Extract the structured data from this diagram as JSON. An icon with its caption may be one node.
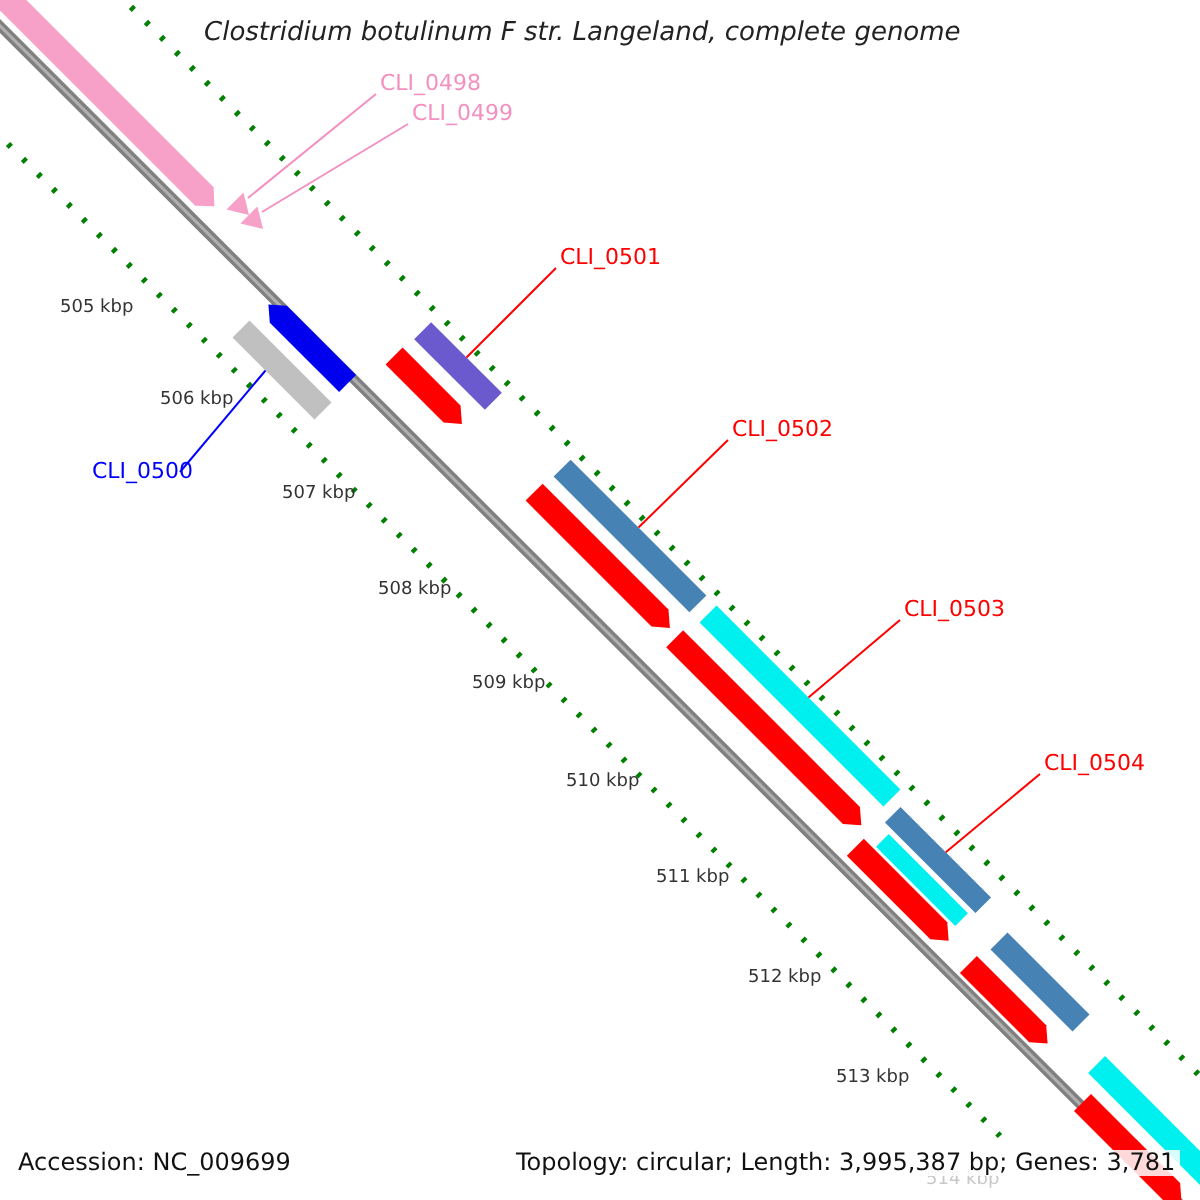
{
  "diagram": {
    "title": "Clostridium botulinum F str. Langeland, complete genome",
    "nodes": [
      {
        "text": [],
        "shape": "arrow"
      },
      {
        "text": [
          "CLI_0498"
        ]
      },
      {
        "text": [
          "CLI_0499"
        ]
      },
      {
        "text": [],
        "shape": "triangle"
      },
      {
        "text": [],
        "shape": "triangle"
      },
      {
        "text": [
          "CLI_0501"
        ]
      },
      {
        "text": [],
        "shape": "arrow"
      },
      {
        "text": [],
        "shape": "bar"
      },
      {
        "text": [],
        "shape": "bar"
      },
      {
        "text": [],
        "shape": "arrow"
      },
      {
        "text": [
          "CLI_0500"
        ]
      },
      {
        "text": [
          "CLI_0502"
        ]
      },
      {
        "text": [],
        "shape": "bar"
      },
      {
        "text": [],
        "shape": "arrow"
      },
      {
        "text": [
          "CLI_0503"
        ]
      },
      {
        "text": [],
        "shape": "bar"
      },
      {
        "text": [],
        "shape": "arrow"
      },
      {
        "text": [
          "CLI_0504"
        ]
      },
      {
        "text": [],
        "shape": "bar"
      },
      {
        "text": [],
        "shape": "bar"
      },
      {
        "text": [],
        "shape": "arrow"
      },
      {
        "text": [],
        "shape": "bar"
      },
      {
        "text": [],
        "shape": "arrow"
      },
      {
        "text": [],
        "shape": "bar"
      },
      {
        "text": [],
        "shape": "arrow"
      }
    ],
    "edges": [
      {
        "from": 1,
        "to": 3,
        "arrow": "none",
        "color": "#f490c0"
      },
      {
        "from": 2,
        "to": 4,
        "arrow": "none",
        "color": "#f490c0"
      },
      {
        "from": 5,
        "to": 7,
        "arrow": "none"
      },
      {
        "from": 10,
        "to": 8,
        "arrow": "none",
        "color": "#0000ff"
      },
      {
        "from": 11,
        "to": 12,
        "arrow": "none"
      },
      {
        "from": 14,
        "to": 15,
        "arrow": "none"
      },
      {
        "from": 17,
        "to": 18,
        "arrow": "none"
      }
    ],
    "labels": [
      "505 kbp",
      "506 kbp",
      "507 kbp",
      "508 kbp",
      "509 kbp",
      "510 kbp",
      "511 kbp",
      "512 kbp",
      "513 kbp",
      "514 kbp",
      "Accession: NC_009699",
      "Topology: circular; Length: 3,995,387 bp; Genes: 3,781"
    ]
  }
}
